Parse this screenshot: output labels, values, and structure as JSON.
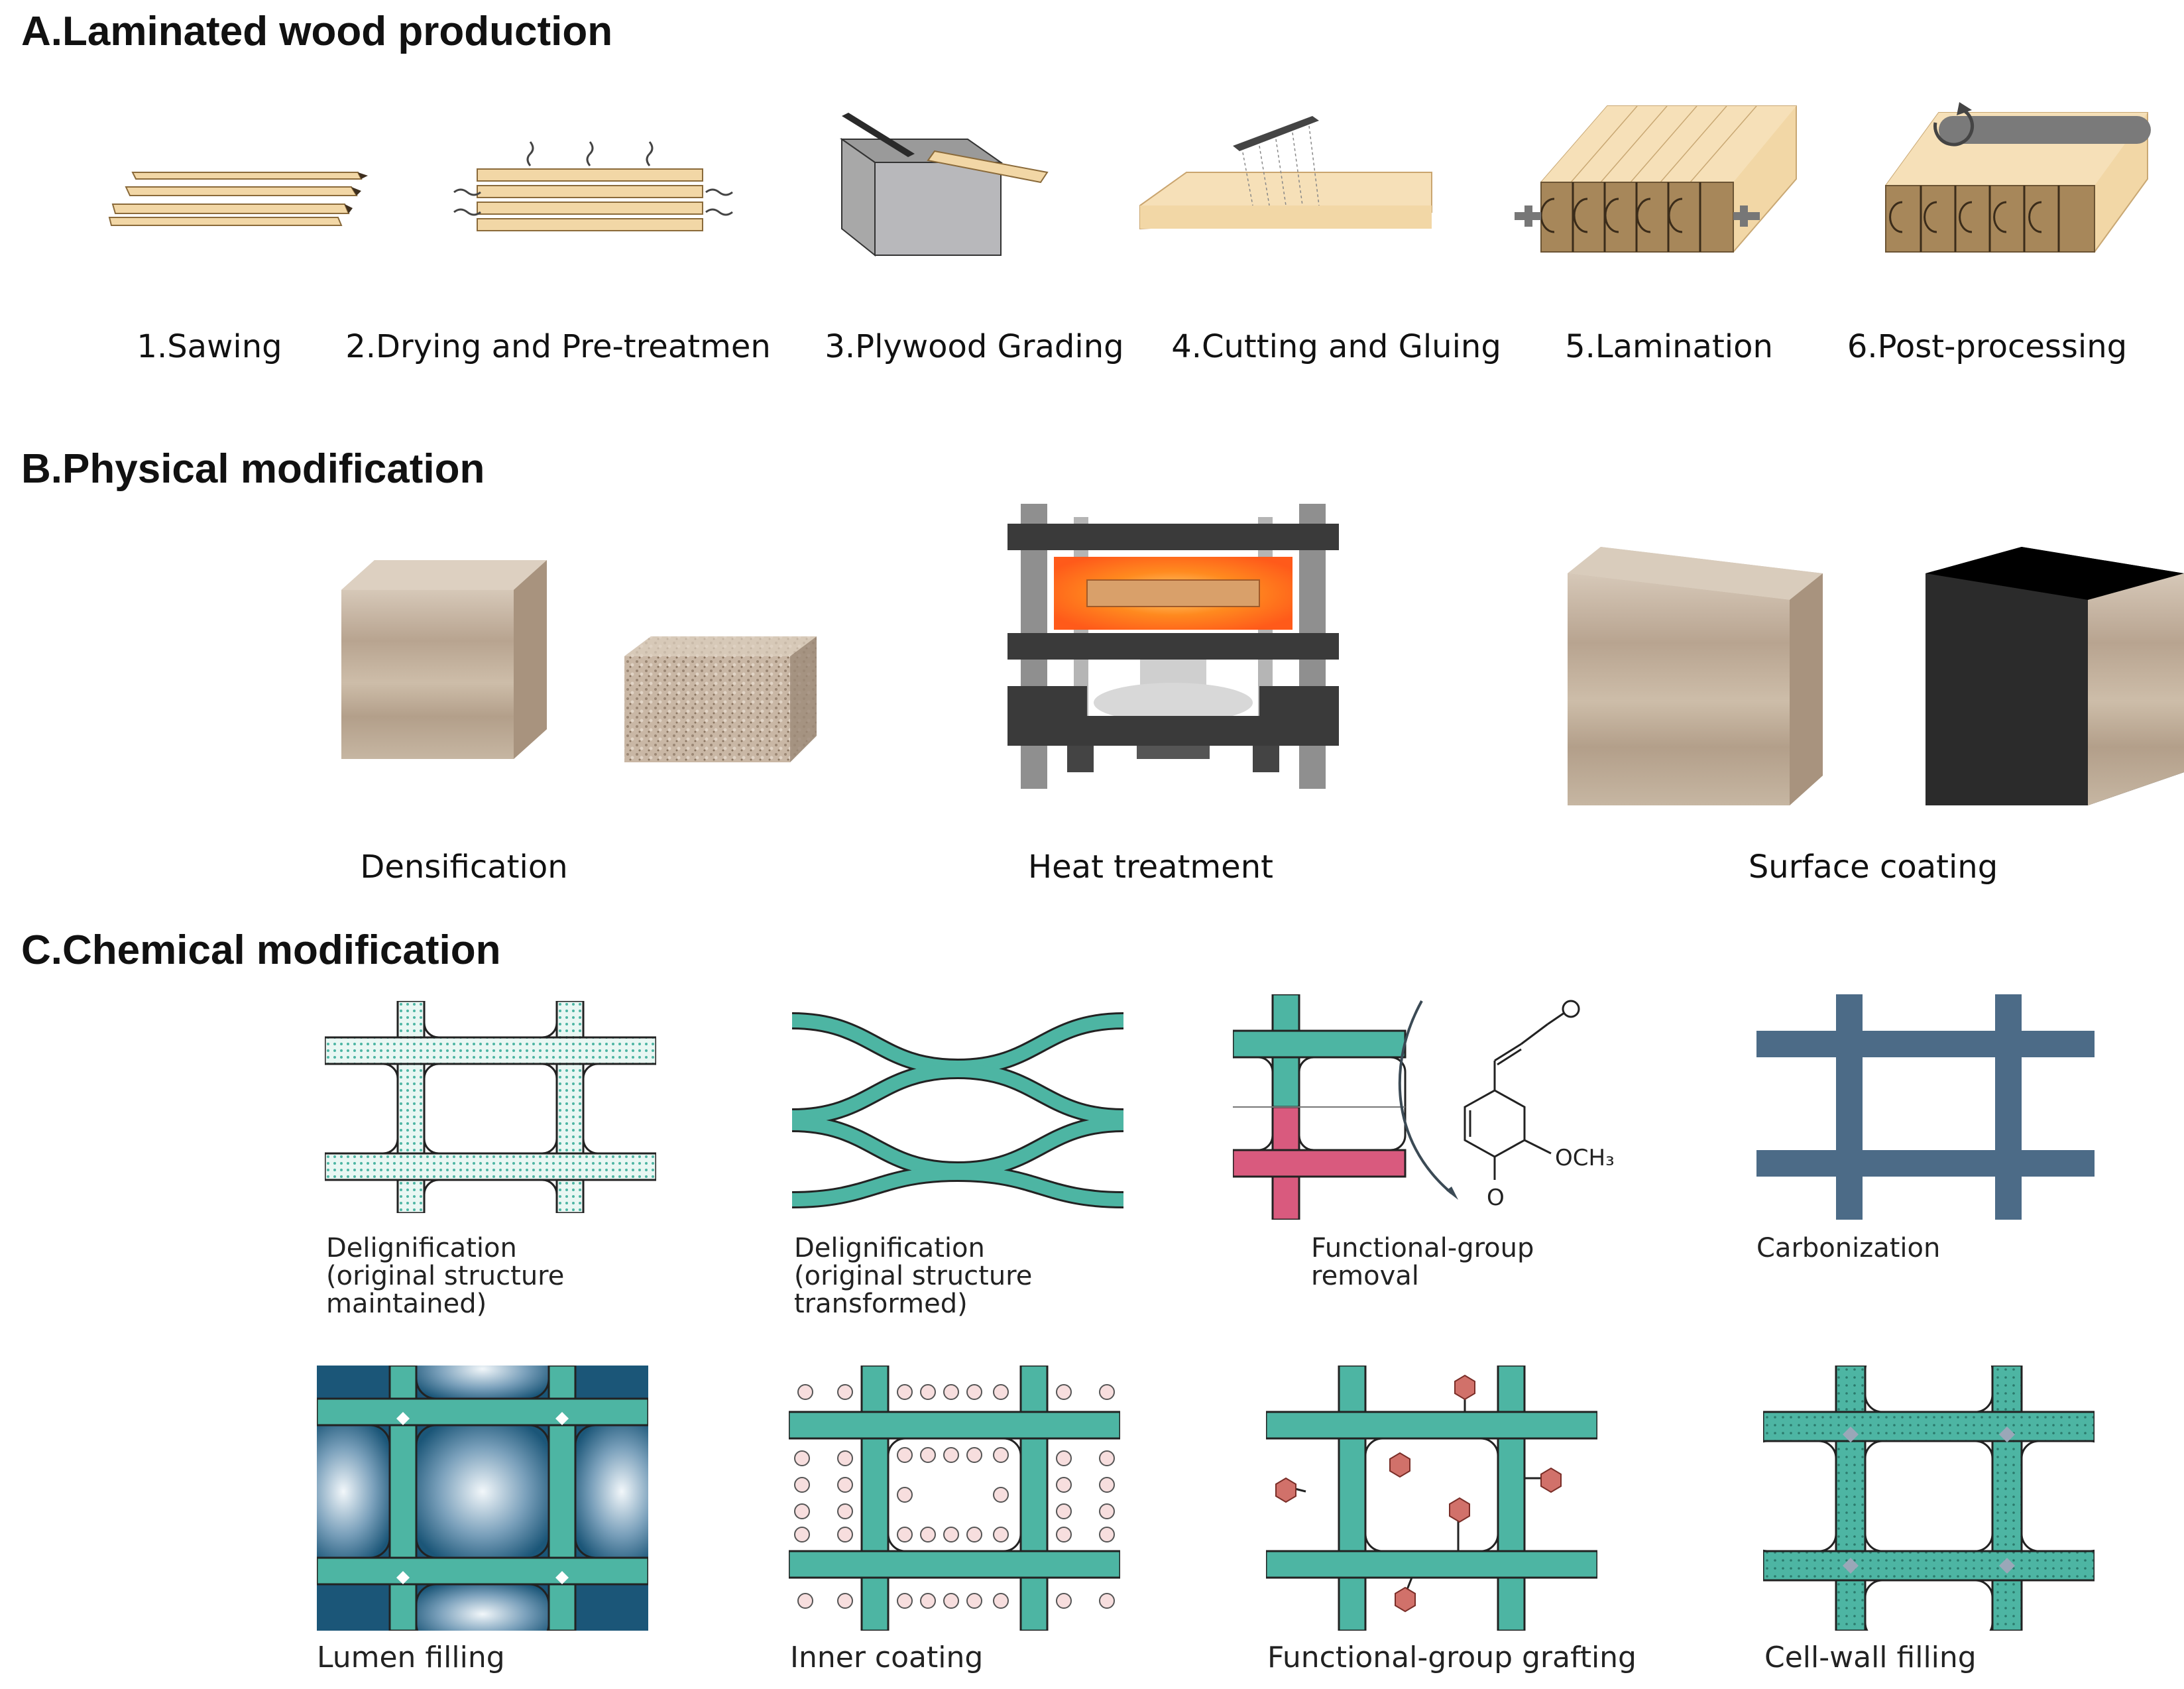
{
  "sections": {
    "a": {
      "title": "A.Laminated wood production",
      "steps": [
        {
          "label": "1.Sawing"
        },
        {
          "label": "2.Drying and Pre-treatmen"
        },
        {
          "label": "3.Plywood Grading"
        },
        {
          "label": "4.Cutting and Gluing"
        },
        {
          "label": "5.Lamination"
        },
        {
          "label": "6.Post-processing"
        }
      ]
    },
    "b": {
      "title": "B.Physical modification",
      "items": [
        {
          "label": "Densification"
        },
        {
          "label": "Heat treatment"
        },
        {
          "label": "Surface coating"
        }
      ]
    },
    "c": {
      "title": "C.Chemical modification",
      "items": [
        {
          "label": "Delignification\n(original structure\nmaintained)"
        },
        {
          "label": "Delignification\n(original structure\ntransformed)"
        },
        {
          "label": "Functional-group\nremoval"
        },
        {
          "label": "Carbonization"
        },
        {
          "label": "Lumen filling"
        },
        {
          "label": "Inner coating"
        },
        {
          "label": "Functional-group grafting"
        },
        {
          "label": "Cell-wall filling"
        }
      ],
      "molecule": {
        "substituent": "OCH₃",
        "oxygen": "O"
      }
    }
  },
  "colors": {
    "teal": "#4db5a3",
    "pink": "#d95a7e",
    "navy": "#4c6b87",
    "wood": "#f2d7a6",
    "wood_dark": "#c9a874",
    "steel": "#3a3a3a",
    "heat": "#ff8a1f"
  }
}
